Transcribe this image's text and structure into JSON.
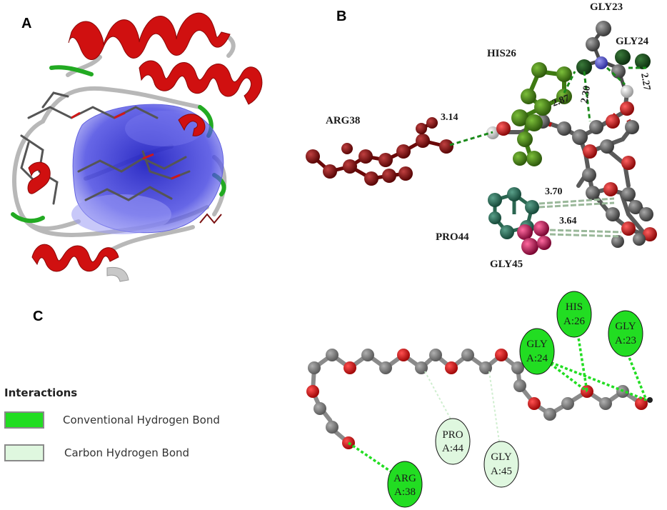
{
  "panels": {
    "a": "A",
    "b": "B",
    "c": "C"
  },
  "panel_b": {
    "residues": {
      "arg38": "ARG38",
      "his26": "HIS26",
      "gly23": "GLY23",
      "gly24": "GLY24",
      "pro44": "PRO44",
      "gly45": "GLY45"
    },
    "distances": {
      "d314": "3.14",
      "d287": "2.87",
      "d230": "2.30",
      "d227": "2.27",
      "d370": "3.70",
      "d364": "3.64"
    }
  },
  "panel_c": {
    "bubbles": {
      "arg": {
        "l1": "ARG",
        "l2": "A:38"
      },
      "pro": {
        "l1": "PRO",
        "l2": "A:44"
      },
      "gly45": {
        "l1": "GLY",
        "l2": "A:45"
      },
      "gly24": {
        "l1": "GLY",
        "l2": "A:24"
      },
      "his26": {
        "l1": "HIS",
        "l2": "A:26"
      },
      "gly23": {
        "l1": "GLY",
        "l2": "A:23"
      }
    }
  },
  "legend": {
    "title": "Interactions",
    "items": [
      {
        "label": "Conventional Hydrogen Bond",
        "color": "#22dd22"
      },
      {
        "label": "Carbon Hydrogen Bond",
        "color": "#dff7df"
      }
    ]
  },
  "colors": {
    "helix": "#d01010",
    "loop": "#b8b8b8",
    "turn": "#22aa22",
    "pocket": "#3a3ad8",
    "arg": "#7a0a0a",
    "his": "#3e7a12",
    "pro": "#2a6650",
    "gly45": "#b0104a",
    "carbon": "#6a6a6a",
    "oxygen": "#d01818",
    "conv_hbond": "#22dd22",
    "carbon_hbond": "#dff7df"
  }
}
